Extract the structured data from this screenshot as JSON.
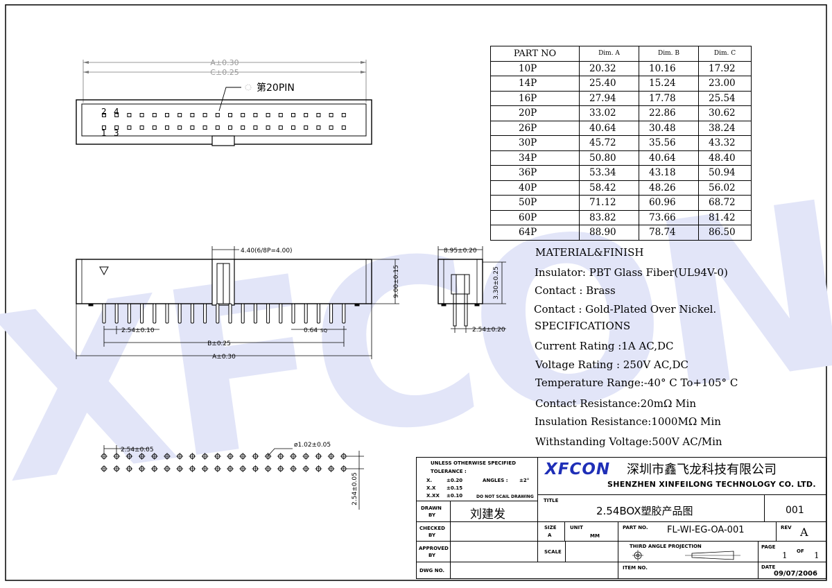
{
  "watermark": "XFCON",
  "top_view": {
    "dim_a": "A±0.30",
    "dim_c": "C±0.25",
    "pin20_label": "第20PIN",
    "pin_labels": [
      "2",
      "4",
      "1",
      "3"
    ]
  },
  "front_view": {
    "dim_440": "4.40(6/8P=4.00)",
    "dim_900": "9.00±0.15",
    "dim_254": "2.54±0.10",
    "dim_064": "0.64",
    "dim_064_sq": "SQ",
    "dim_b": "B±0.25",
    "dim_a": "A±0.30"
  },
  "side_view": {
    "dim_895": "8.95±0.20",
    "dim_330": "3.30±0.25",
    "dim_254": "2.54±0.20"
  },
  "pcb_view": {
    "dim_pitch": "2.54±0.05",
    "dim_hole": "ø1.02±0.05",
    "dim_row": "2.54±0.05"
  },
  "dims_table": {
    "headers": [
      "PART NO",
      "Dim. A",
      "Dim. B",
      "Dim. C"
    ],
    "rows": [
      [
        "10P",
        "20.32",
        "10.16",
        "17.92"
      ],
      [
        "14P",
        "25.40",
        "15.24",
        "23.00"
      ],
      [
        "16P",
        "27.94",
        "17.78",
        "25.54"
      ],
      [
        "20P",
        "33.02",
        "22.86",
        "30.62"
      ],
      [
        "26P",
        "40.64",
        "30.48",
        "38.24"
      ],
      [
        "30P",
        "45.72",
        "35.56",
        "43.32"
      ],
      [
        "34P",
        "50.80",
        "40.64",
        "48.40"
      ],
      [
        "36P",
        "53.34",
        "43.18",
        "50.94"
      ],
      [
        "40P",
        "58.42",
        "48.26",
        "56.02"
      ],
      [
        "50P",
        "71.12",
        "60.96",
        "68.72"
      ],
      [
        "60P",
        "83.82",
        "73.66",
        "81.42"
      ],
      [
        "64P",
        "88.90",
        "78.74",
        "86.50"
      ]
    ]
  },
  "specs": {
    "material_heading": "MATERIAL&FINISH",
    "insulator": "Insulator: PBT Glass Fiber(UL94V-0)",
    "contact": "Contact : Brass",
    "contact_plating": "Contact : Gold-Plated Over Nickel.",
    "spec_heading": "SPECIFICATIONS",
    "current": "Current Rating :1A AC,DC",
    "voltage": "Voltage Rating : 250V AC,DC",
    "temperature": "Temperature Range:-40° C To+105° C",
    "contact_resistance": "Contact Resistance:20mΩ Min",
    "insulation_resistance": "Insulation Resistance:1000MΩ Min",
    "withstanding": "Withstanding Voltage:500V AC/Min"
  },
  "title_block": {
    "tol_line1": "UNLESS OTHERWISE SPECIFIED",
    "tol_line2": "TOLERANCE :",
    "tol_x": "X.",
    "tol_x_val": "±0.20",
    "tol_xx": "X.X",
    "tol_xx_val": "±0.15",
    "tol_xxx": "X.XX",
    "tol_xxx_val": "±0.10",
    "angles_label": "ANGLES :",
    "angles_val": "±2°",
    "no_scale": "DO NOT SCAIL DRAWING",
    "logo": "XFCON",
    "company_cn": "深圳市鑫飞龙科技有限公司",
    "company_en": "SHENZHEN XINFEILONG TECHNOLOGY CO. LTD.",
    "title_label": "TITLE",
    "title": "2.54BOX塑胶产品图",
    "title_no": "001",
    "drawn_label1": "DRAWN",
    "drawn_label2": "BY",
    "drawn_by": "刘建发",
    "checked_label1": "CHECKED",
    "checked_label2": "BY",
    "approved_label1": "APPROVED",
    "approved_label2": "BY",
    "dwg_label": "DWG NO.",
    "size_label": "SIZE",
    "size_val": "A",
    "unit_label": "UNIT",
    "unit_val": "MM",
    "part_no_label": "PART NO.",
    "part_no": "FL-WI-EG-OA-001",
    "rev_label": "REV",
    "rev_val": "A",
    "scale_label": "SCALE",
    "projection": "THIRD ANGLE PROJECTION",
    "page_label": "PAGE",
    "page_val": "1",
    "page_of": "OF",
    "page_total": "1",
    "item_label": "ITEM NO.",
    "date_label": "DATE",
    "date_val": "09/07/2006"
  },
  "colors": {
    "watermark": "#e2e5f8",
    "logo_blue": "#1f2fb7",
    "line": "#000000",
    "dim_line": "#555555"
  }
}
